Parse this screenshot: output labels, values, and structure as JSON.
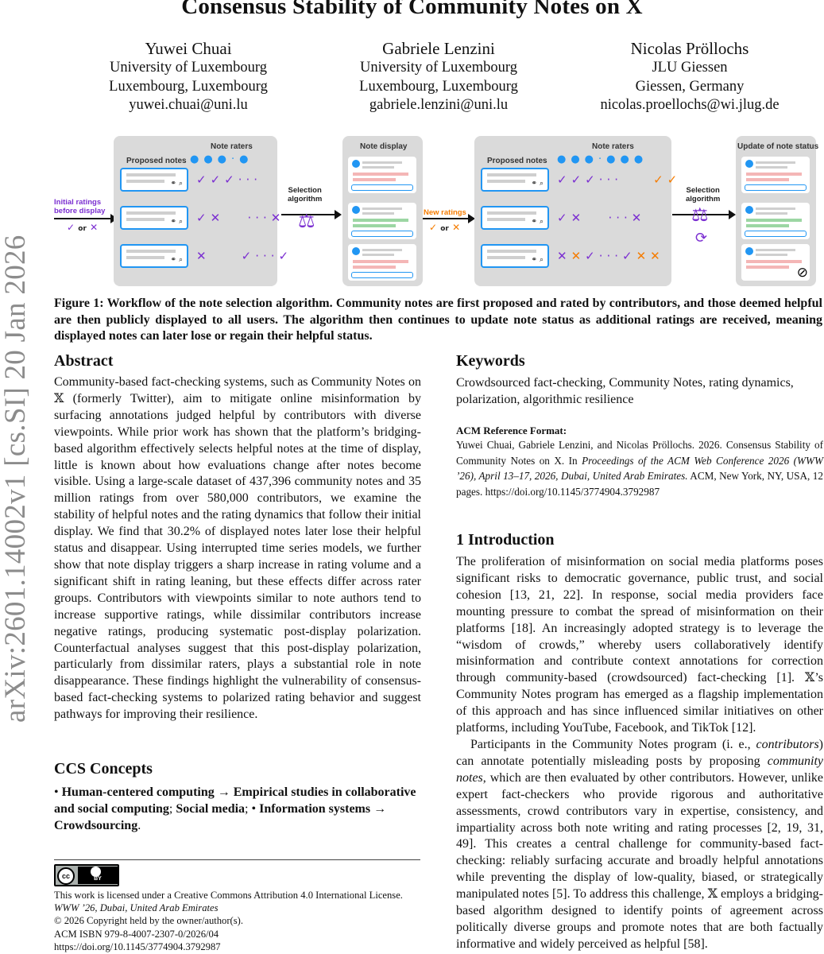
{
  "paper": {
    "title": "Consensus Stability of Community Notes on X",
    "arxiv_id": "arXiv:2601.14002v1  [cs.SI]  20 Jan 2026"
  },
  "authors": [
    {
      "name": "Yuwei Chuai",
      "affiliation": "University of Luxembourg",
      "location": "Luxembourg, Luxembourg",
      "email": "yuwei.chuai@uni.lu"
    },
    {
      "name": "Gabriele Lenzini",
      "affiliation": "University of Luxembourg",
      "location": "Luxembourg, Luxembourg",
      "email": "gabriele.lenzini@uni.lu"
    },
    {
      "name": "Nicolas Pröllochs",
      "affiliation": "JLU Giessen",
      "location": "Giessen, Germany",
      "email": "nicolas.proellochs@wi.jlug.de"
    }
  ],
  "figure": {
    "panel_proposed": "Proposed notes",
    "panel_raters": "Note raters",
    "panel_display": "Note display",
    "panel_update": "Update of note status",
    "initial_ratings": "Initial ratings\nbefore display",
    "selection_algorithm": "Selection\nalgorithm",
    "new_ratings": "New ratings",
    "or": "or",
    "check": "✓",
    "cross": "✕",
    "scale_icon": "⚖",
    "refresh_icon": "⟳",
    "hidden_icon": "⊘",
    "raters_icon": "●",
    "colors": {
      "accent_blue": "#2196f3",
      "helpful_purple": "#7b2fd1",
      "new_orange": "#f57c00",
      "panel_grey": "#dadada"
    }
  },
  "caption": "Figure 1: Workflow of the note selection algorithm. Community notes are first proposed and rated by contributors, and those deemed helpful are then publicly displayed to all users. The algorithm then continues to update note status as additional ratings are received, meaning displayed notes can later lose or regain their helpful status.",
  "abstract": {
    "heading": "Abstract",
    "text": "Community-based fact-checking systems, such as Community Notes on 𝕏 (formerly Twitter), aim to mitigate online misinformation by surfacing annotations judged helpful by contributors with diverse viewpoints. While prior work has shown that the platform’s bridging-based algorithm effectively selects helpful notes at the time of display, little is known about how evaluations change after notes become visible. Using a large-scale dataset of 437,396 community notes and 35 million ratings from over 580,000 contributors, we examine the stability of helpful notes and the rating dynamics that follow their initial display. We find that 30.2% of displayed notes later lose their helpful status and disappear. Using interrupted time series models, we further show that note display triggers a sharp increase in rating volume and a significant shift in rating leaning, but these effects differ across rater groups. Contributors with viewpoints similar to note authors tend to increase supportive ratings, while dissimilar contributors increase negative ratings, producing systematic post-display polarization. Counterfactual analyses suggest that this post-display polarization, particularly from dissimilar raters, plays a substantial role in note disappearance. These findings highlight the vulnerability of consensus-based fact-checking systems to polarized rating behavior and suggest pathways for improving their resilience."
  },
  "ccs": {
    "heading": "CCS Concepts",
    "bullet": "•",
    "item1": "Human-centered computing → Empirical studies in collaborative and social computing",
    "sep": ";",
    "item2": "Social media",
    "item3": "Information systems → Crowdsourcing",
    "end": "."
  },
  "license": {
    "cc_label": "cc",
    "by_label": "BY",
    "line1": "This work is licensed under a Creative Commons Attribution 4.0 International License.",
    "line2": "WWW ’26, Dubai, United Arab Emirates",
    "line3": "© 2026 Copyright held by the owner/author(s).",
    "line4": "ACM ISBN 979-8-4007-2307-0/2026/04",
    "line5": "https://doi.org/10.1145/3774904.3792987"
  },
  "keywords": {
    "heading": "Keywords",
    "text": "Crowdsourced fact-checking, Community Notes, rating dynamics, polarization, algorithmic resilience"
  },
  "acm_ref": {
    "heading": "ACM Reference Format:",
    "part1": "Yuwei Chuai, Gabriele Lenzini, and Nicolas Pröllochs. 2026. Consensus Stability of Community Notes on X. In ",
    "venue": "Proceedings of the ACM Web Conference 2026 (WWW ’26), April 13–17, 2026, Dubai, United Arab Emirates.",
    "part2": " ACM, New York, NY, USA, 12 pages. https://doi.org/10.1145/3774904.3792987"
  },
  "introduction": {
    "heading": "1   Introduction",
    "p1": "The proliferation of misinformation on social media platforms poses significant risks to democratic governance, public trust, and social cohesion [13, 21, 22]. In response, social media providers face mounting pressure to combat the spread of misinformation on their platforms [18]. An increasingly adopted strategy is to leverage the “wisdom of crowds,” whereby users collaboratively identify misinformation and contribute context annotations for correction through community-based (crowdsourced) fact-checking [1]. 𝕏’s Community Notes program has emerged as a flagship implementation of this approach and has since influenced similar initiatives on other platforms, including YouTube, Facebook, and TikTok [12].",
    "p2a": "Participants in the Community Notes program (i. e., ",
    "p2_contrib": "contributors",
    "p2b": ") can annotate potentially misleading posts by proposing ",
    "p2_notes": "community notes",
    "p2c": ", which are then evaluated by other contributors. However, unlike expert fact-checkers who provide rigorous and authoritative assessments, crowd contributors vary in expertise, consistency, and impartiality across both note writing and rating processes [2, 19, 31, 49]. This creates a central challenge for community-based fact-checking: reliably surfacing accurate and broadly helpful annotations while preventing the display of low-quality, biased, or strategically manipulated notes [5]. To address this challenge, 𝕏 employs a bridging-based algorithm designed to identify points of agreement across politically diverse groups and promote notes that are both factually informative and widely perceived as helpful [58]."
  }
}
